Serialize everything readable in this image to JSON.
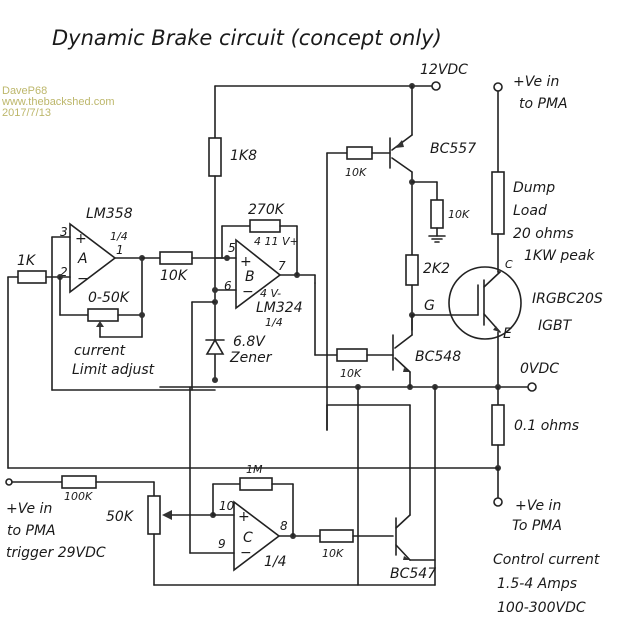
{
  "title": "Dynamic Brake circuit (concept only)",
  "watermark": {
    "author": "DaveP68",
    "site": "www.thebackshed.com",
    "date": "2017/7/13"
  },
  "supplies": {
    "v12": "12VDC",
    "vin_top_line1": "+Ve in",
    "vin_top_line2": "to PMA",
    "zero": "0VDC",
    "vin_bottom_line1": "+Ve in",
    "vin_bottom_line2": "To PMA"
  },
  "opamp_a": {
    "part": "LM358",
    "unit": "A",
    "fraction": "1/4",
    "pin_plus": "3",
    "pin_minus": "2",
    "pin_out": "1"
  },
  "opamp_b": {
    "part": "LM324",
    "unit": "B",
    "fraction": "1/4",
    "pin_plus": "5",
    "pin_minus": "6",
    "pin_out": "7",
    "vplus": "4 11 V+",
    "vminus": "4 V-"
  },
  "opamp_c": {
    "unit": "C",
    "fraction": "1/4",
    "pin_plus": "10",
    "pin_minus": "9",
    "pin_out": "8"
  },
  "resistors": {
    "r_1k": "1K",
    "r_pot_fb": "0-50K",
    "r_10k_a": "10K",
    "r_1k8": "1K8",
    "r_270k": "270K",
    "r_10k_base_pnp": "10K",
    "r_10k_pulldown": "10K",
    "r_2k2": "2K2",
    "r_10k_bc548": "10K",
    "r_dump_line1": "Dump",
    "r_dump_line2": "Load",
    "r_dump_line3": "20 ohms",
    "r_dump_line4": "1KW peak",
    "r_shunt": "0.1 ohms",
    "r_100k": "100K",
    "r_pot_50k": "50K",
    "r_1m": "1M",
    "r_10k_bc547": "10K"
  },
  "zener": {
    "line1": "6.8V",
    "line2": "Zener"
  },
  "current_adjust": {
    "line1": "current",
    "line2": "Limit adjust"
  },
  "transistors": {
    "pnp": "BC557",
    "npn_driver": "BC548",
    "npn_trigger": "BC547",
    "igbt_part": "IRGBC20S",
    "igbt_type": "IGBT",
    "igbt_gate": "G",
    "igbt_collector": "C",
    "igbt_emitter": "E"
  },
  "trigger_input": {
    "line1": "+Ve in",
    "line2": "to PMA",
    "line3": "trigger 29VDC"
  },
  "notes": {
    "line1": "Control current",
    "line2": "1.5-4 Amps",
    "line3": "100-300VDC"
  }
}
